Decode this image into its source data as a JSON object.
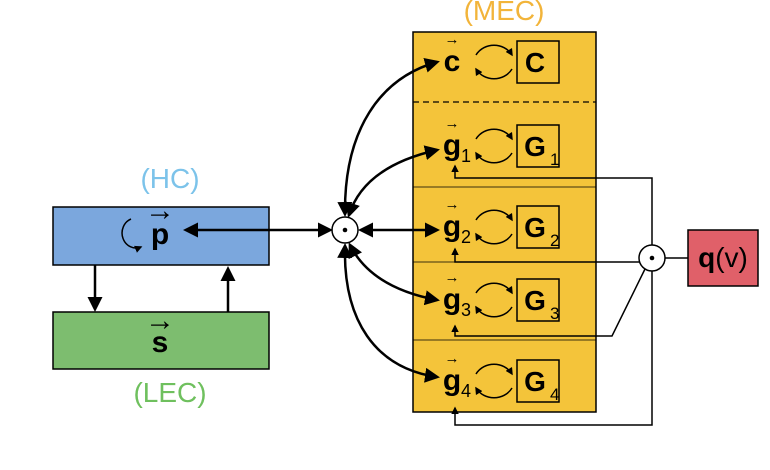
{
  "colors": {
    "hc_label": "#7cc3ea",
    "lec_label": "#6fc05e",
    "mec_label": "#f2b43a",
    "hc_box": "#7ba7dd",
    "lec_box": "#7dbd6f",
    "mec_box": "#f4c43a",
    "q_box": "#e06069"
  },
  "regions": {
    "hc": "(HC)",
    "lec": "(LEC)",
    "mec": "(MEC)"
  },
  "hc_box": {
    "symbol": "p",
    "recurrent_icon": "circular-arrow-icon"
  },
  "lec_box": {
    "symbol": "s"
  },
  "mec_rows": [
    {
      "vec": "c",
      "sub": "",
      "mat": "C",
      "mat_sub": ""
    },
    {
      "vec": "g",
      "sub": "1",
      "mat": "G",
      "mat_sub": "1"
    },
    {
      "vec": "g",
      "sub": "2",
      "mat": "G",
      "mat_sub": "2"
    },
    {
      "vec": "g",
      "sub": "3",
      "mat": "G",
      "mat_sub": "3"
    },
    {
      "vec": "g",
      "sub": "4",
      "mat": "G",
      "mat_sub": "4"
    }
  ],
  "velocity": {
    "q": "q",
    "arg": "(v)"
  },
  "operator_symbol": "⊙"
}
